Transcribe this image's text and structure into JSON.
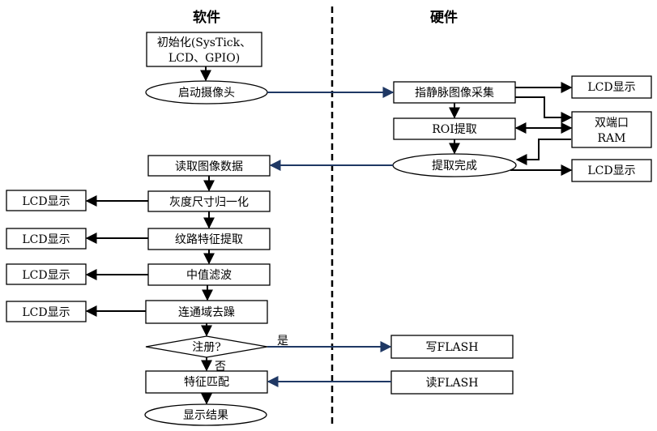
{
  "headers": {
    "software": "软件",
    "hardware": "硬件"
  },
  "software": {
    "init_line1": "初始化(SysTick、",
    "init_line2": "LCD、GPIO)",
    "start_camera": "启动摄像头",
    "read_image": "读取图像数据",
    "gray_normalize": "灰度尺寸归一化",
    "texture_extract": "纹路特征提取",
    "median_filter": "中值滤波",
    "connected_denoise": "连通域去躁",
    "register_q": "注册?",
    "feature_match": "特征匹配",
    "show_result": "显示结果",
    "yes": "是",
    "no": "否"
  },
  "hardware": {
    "acquire": "指静脉图像采集",
    "roi_extract": "ROI提取",
    "extract_done": "提取完成",
    "ram_line1": "双端口",
    "ram_line2": "RAM",
    "write_flash": "写FLASH",
    "read_flash": "读FLASH"
  },
  "lcd_display": "LCD显示",
  "colors": {
    "arrow_dark": "#000000",
    "arrow_blue": "#1f3864",
    "divider": "#000000"
  }
}
